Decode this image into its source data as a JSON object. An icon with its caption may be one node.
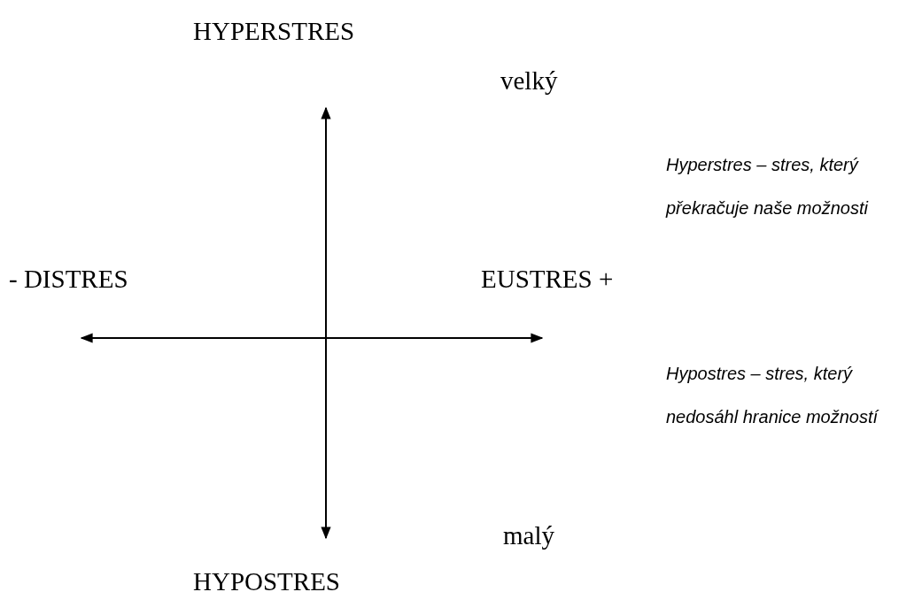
{
  "diagram": {
    "labels": [
      "HYPERSTRES",
      "velký",
      "Hyperstres – stres, který překračuje naše možnosti",
      "- DISTRES",
      "EUSTRES +",
      "Hypostres – stres, který nedosáhl hranice možností",
      "malý",
      "HYPOSTRES"
    ]
  }
}
